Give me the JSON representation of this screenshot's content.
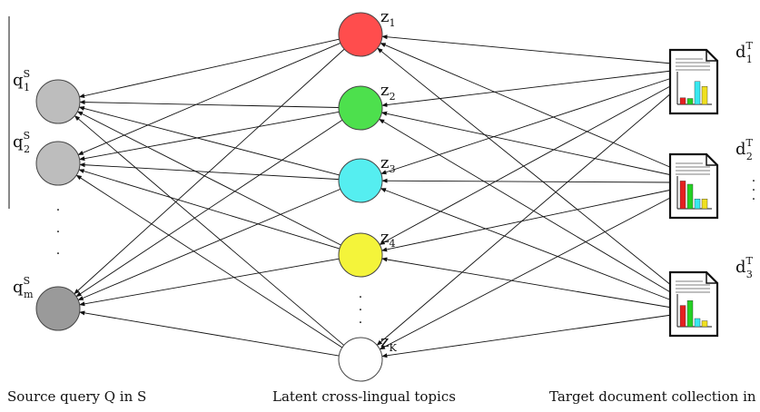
{
  "captions": {
    "source": "Source query Q in S",
    "topics": "Latent cross-lingual topics",
    "target": "Target document collection in T"
  },
  "query_nodes": [
    {
      "base": "q",
      "sub": "1",
      "sup": "S",
      "color": "#bdbdbd"
    },
    {
      "base": "q",
      "sub": "2",
      "sup": "S",
      "color": "#bdbdbd"
    },
    {
      "base": "q",
      "sub": "m",
      "sup": "S",
      "color": "#9a9a9a"
    }
  ],
  "topic_nodes": [
    {
      "base": "z",
      "sub": "1",
      "color": "#ff4d4d"
    },
    {
      "base": "z",
      "sub": "2",
      "color": "#4de04d"
    },
    {
      "base": "z",
      "sub": "3",
      "color": "#55eef0"
    },
    {
      "base": "z",
      "sub": "4",
      "color": "#f4f43a"
    },
    {
      "base": "z",
      "sub": "K",
      "color": "#ffffff"
    }
  ],
  "doc_nodes": [
    {
      "base": "d",
      "sub": "1",
      "sup": "T",
      "bars": [
        {
          "v": 0.2,
          "c": "#e52020"
        },
        {
          "v": 0.18,
          "c": "#25d025"
        },
        {
          "v": 0.7,
          "c": "#38e8f0"
        },
        {
          "v": 0.55,
          "c": "#f0e020"
        }
      ]
    },
    {
      "base": "d",
      "sub": "2",
      "sup": "T",
      "bars": [
        {
          "v": 0.85,
          "c": "#e52020"
        },
        {
          "v": 0.75,
          "c": "#25d025"
        },
        {
          "v": 0.3,
          "c": "#38e8f0"
        },
        {
          "v": 0.3,
          "c": "#f0e020"
        }
      ]
    },
    {
      "base": "d",
      "sub": "3",
      "sup": "T",
      "bars": [
        {
          "v": 0.65,
          "c": "#e52020"
        },
        {
          "v": 0.8,
          "c": "#25d025"
        },
        {
          "v": 0.25,
          "c": "#38e8f0"
        },
        {
          "v": 0.18,
          "c": "#f0e020"
        }
      ]
    }
  ],
  "ellipsis": "."
}
